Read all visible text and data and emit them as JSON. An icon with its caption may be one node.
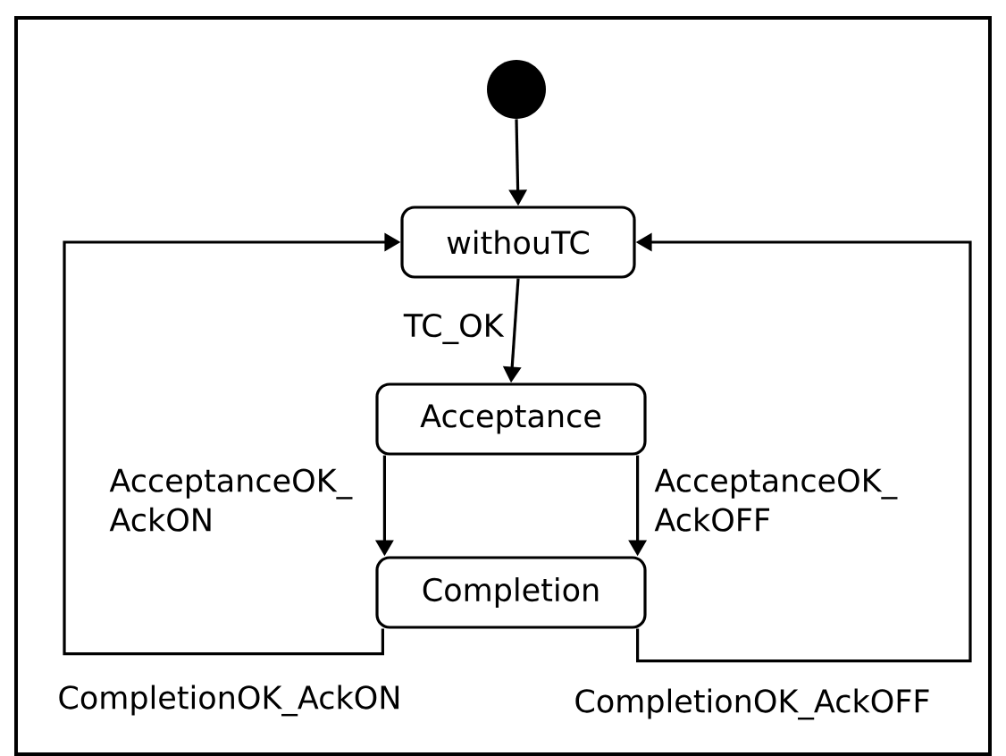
{
  "diagram": {
    "nodes": [
      {
        "text": [],
        "shape": "circle"
      },
      {
        "text": [
          "withouTC"
        ]
      },
      {
        "text": [
          "Acceptance"
        ]
      },
      {
        "text": [
          "Completion"
        ]
      }
    ],
    "edges": [
      {
        "from": 0,
        "to": 1,
        "arrow": "to"
      },
      {
        "from": 1,
        "to": 2,
        "arrow": "to",
        "label": "TC_OK"
      },
      {
        "from": 2,
        "to": 3,
        "arrow": "to",
        "label": "AcceptanceOK_ AckON"
      },
      {
        "from": 2,
        "to": 3,
        "arrow": "to",
        "label": "AcceptanceOK_ AckOFF"
      },
      {
        "from": 3,
        "to": 1,
        "arrow": "to",
        "label": "CompletionOK_AckON"
      },
      {
        "from": 3,
        "to": 1,
        "arrow": "to",
        "label": "CompletionOK_AckOFF"
      }
    ]
  }
}
